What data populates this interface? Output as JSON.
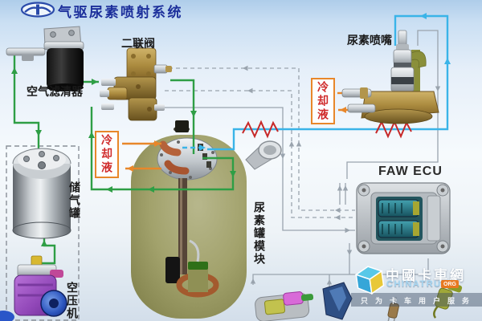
{
  "title": {
    "text": "气驱尿素喷射系统"
  },
  "labels": {
    "air_filter": "空气滤清器",
    "dual_valve": "二联阀",
    "urea_nozzle": "尿素喷嘴",
    "coolant": "冷却液",
    "air_tank": "储气罐",
    "air_compressor": "空压机",
    "urea_tank_module": "尿素罐模块",
    "ecu": "FAW ECU"
  },
  "watermark": {
    "cn": "中國卡車網",
    "en": "CHINATRUCK",
    "tld": "ORG",
    "slogan": "只为卡车用户服务"
  },
  "colors": {
    "air_line": "#2e9e45",
    "heated_urea_line": "#3ab4e8",
    "coolant_line": "#e8872a",
    "heater_symbol": "#c62828",
    "harness_line": "#9aa4ae",
    "title_text": "#1c2f9b",
    "coolant_text": "#d02c2c",
    "coolant_box_border": "#e8872a",
    "watermark_accent": "#e87820"
  }
}
